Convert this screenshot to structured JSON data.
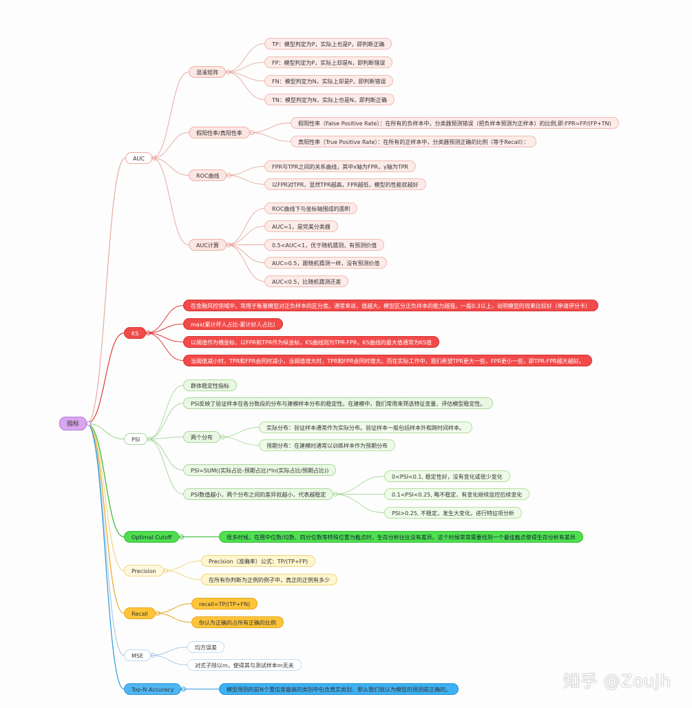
{
  "mindmap": {
    "root": "指标",
    "branches": [
      {
        "label": "AUC",
        "children": [
          {
            "label": "混淆矩阵",
            "children": [
              "TP：模型判定为P，实际上也是P，即判断正确",
              "FP：模型判定为P，实际上却是N，即判断错误",
              "FN：模型判定为N，实际上却是P，即判断错误",
              "TN：模型判定为N，实际上也是N，即判断正确"
            ]
          },
          {
            "label": "假阳性率/真阳性率",
            "children": [
              "假阳性率（False Positive Rate）：在所有的负样本中，分类器预测错误（把负样本预测为正样本）的比例,即:FPR=FP/(FP+TN)",
              "真阳性率（True Positive Rate）：在所有的正样本中，分类器预测正确的比例（等于Recall）："
            ]
          },
          {
            "label": "ROC曲线",
            "children": [
              "FPR与TPR之间的关系曲线，其中x轴为FPR，y轴为TPR",
              "以FPR对TPR，显然TPR越高，FPR越低，模型的性能就越好"
            ]
          },
          {
            "label": "AUC计算",
            "children": [
              "ROC曲线下与坐标轴围成的面积",
              "AUC=1，是完美分类器",
              "0.5<AUC<1，优于随机猜测，有预测价值",
              "AUC=0.5，跟随机猜测一样，没有预测价值",
              "AUC<0.5，比随机猜测还差"
            ]
          }
        ]
      },
      {
        "label": "KS",
        "children": [
          "在金融风控领域中，常用于衡量模型对正负样本的区分度。通常来说，值越大，模型区分正负样本的能力越强，一般0.3以上，说明模型的效果比较好（申请评分卡）",
          "max(累计坏人占比-累计好人占比)",
          "以阈值作为横坐标，以FPR和TPR作为纵坐标，KS曲线则为TPR-FPR，KS曲线的最大值通常为KS值",
          "当阈值减小时，TPR和FPR会同时减小，当阈值增大时，TPR和FPR会同时增大。而在实际工作中，我们希望TPR更大一些，FPR更小一些，即TPR-FPR越大越好。"
        ]
      },
      {
        "label": "PSI",
        "children": [
          {
            "label": "群体稳定性指标"
          },
          {
            "label": "PSI反映了验证样本在各分数段的分布与建模样本分布的稳定性。在建模中，我们常用来筛选特征变量、评估模型稳定性。"
          },
          {
            "label": "两个分布",
            "children": [
              "实际分布：验证样本通常作为实际分布。验证样本一般包括样本外和跨时间样本。",
              "预期分布：在建模时通常以训练样本作为预期分布"
            ]
          },
          {
            "label": "PSI=SUM((实际占比-预期占比)*ln(实际占比/预期占比))"
          },
          {
            "label": "PSI数值越小，两个分布之间的差异就越小，代表越稳定",
            "children": [
              "0<PSI<0.1, 稳定性好，没有变化或很少变化",
              "0.1<PSI<0.25, 略不稳定，有变化继续监控后续变化",
              "PSI>0.25, 不稳定，发生大变化，进行特征项分析"
            ]
          }
        ]
      },
      {
        "label": "Optimal Cutoff",
        "children": [
          "很多时候，在用中位数/均数、四分位数等特殊位置为截点时，生存分析往往没有差异。这个时候常常需要找到一个最佳截点使得生存分析有差异"
        ]
      },
      {
        "label": "Precision",
        "children": [
          "Precision（准确率）公式：TP/(TP+FP)",
          "在所有你判断为正例的例子中，真正的正例有多少"
        ]
      },
      {
        "label": "Recall",
        "children": [
          "recall=TP/(TP+FN)",
          "你认为正确的占所有正确的比例"
        ]
      },
      {
        "label": "MSE",
        "children": [
          "均方误差",
          "对式子除以m，使得其与测试样本m无关"
        ]
      },
      {
        "label": "Top-N Accuracy",
        "children": [
          "模型预测的前N个置信度最高的类别中包含真实类别，那么我们就认为模型的预测是正确的。"
        ]
      }
    ],
    "colors": {
      "AUC": "#e9a8a0",
      "KS": "#e03a3a",
      "PSI": "#a8d99c",
      "Optimal Cutoff": "#2fb92f",
      "Precision": "#f0d680",
      "Recall": "#e8a41a",
      "MSE": "#a9c7e6",
      "Top-N Accuracy": "#2b97d8"
    }
  },
  "watermark": "知乎 @Zoujh"
}
